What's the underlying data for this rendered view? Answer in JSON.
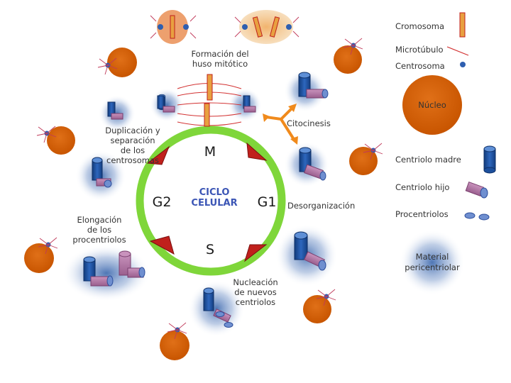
{
  "cycle": {
    "center_line1": "CICLO",
    "center_line2": "CELULAR",
    "phase_m": "M",
    "phase_g1": "G1",
    "phase_s": "S",
    "phase_g2": "G2"
  },
  "stages": {
    "huso_l1": "Formación del",
    "huso_l2": "huso mitótico",
    "citocinesis": "Citocinesis",
    "desorganizacion": "Desorganización",
    "nucleacion_l1": "Nucleación",
    "nucleacion_l2": "de nuevos",
    "nucleacion_l3": "centriolos",
    "elongacion_l1": "Elongación",
    "elongacion_l2": "de los",
    "elongacion_l3": "procentriolos",
    "duplicacion_l1": "Duplicación y",
    "duplicacion_l2": "separación",
    "duplicacion_l3": "de los",
    "duplicacion_l4": "centrosomas"
  },
  "legend": {
    "cromosoma": "Cromosoma",
    "microtubulo": "Microtúbulo",
    "centrosoma": "Centrosoma",
    "nucleo": "Núcleo",
    "centriolo_madre": "Centriolo madre",
    "centriolo_hijo": "Centriolo hijo",
    "procentriolos": "Procentriolos",
    "material_l1": "Material",
    "material_l2": "pericentriolar"
  },
  "colors": {
    "ring": "#7fd63a",
    "nucleus": "#d35f06",
    "mother": "#1c4f9c",
    "daughter": "#b57aa8",
    "arrow": "#c0201c",
    "citocinesis_arrow": "#f08a1c"
  }
}
